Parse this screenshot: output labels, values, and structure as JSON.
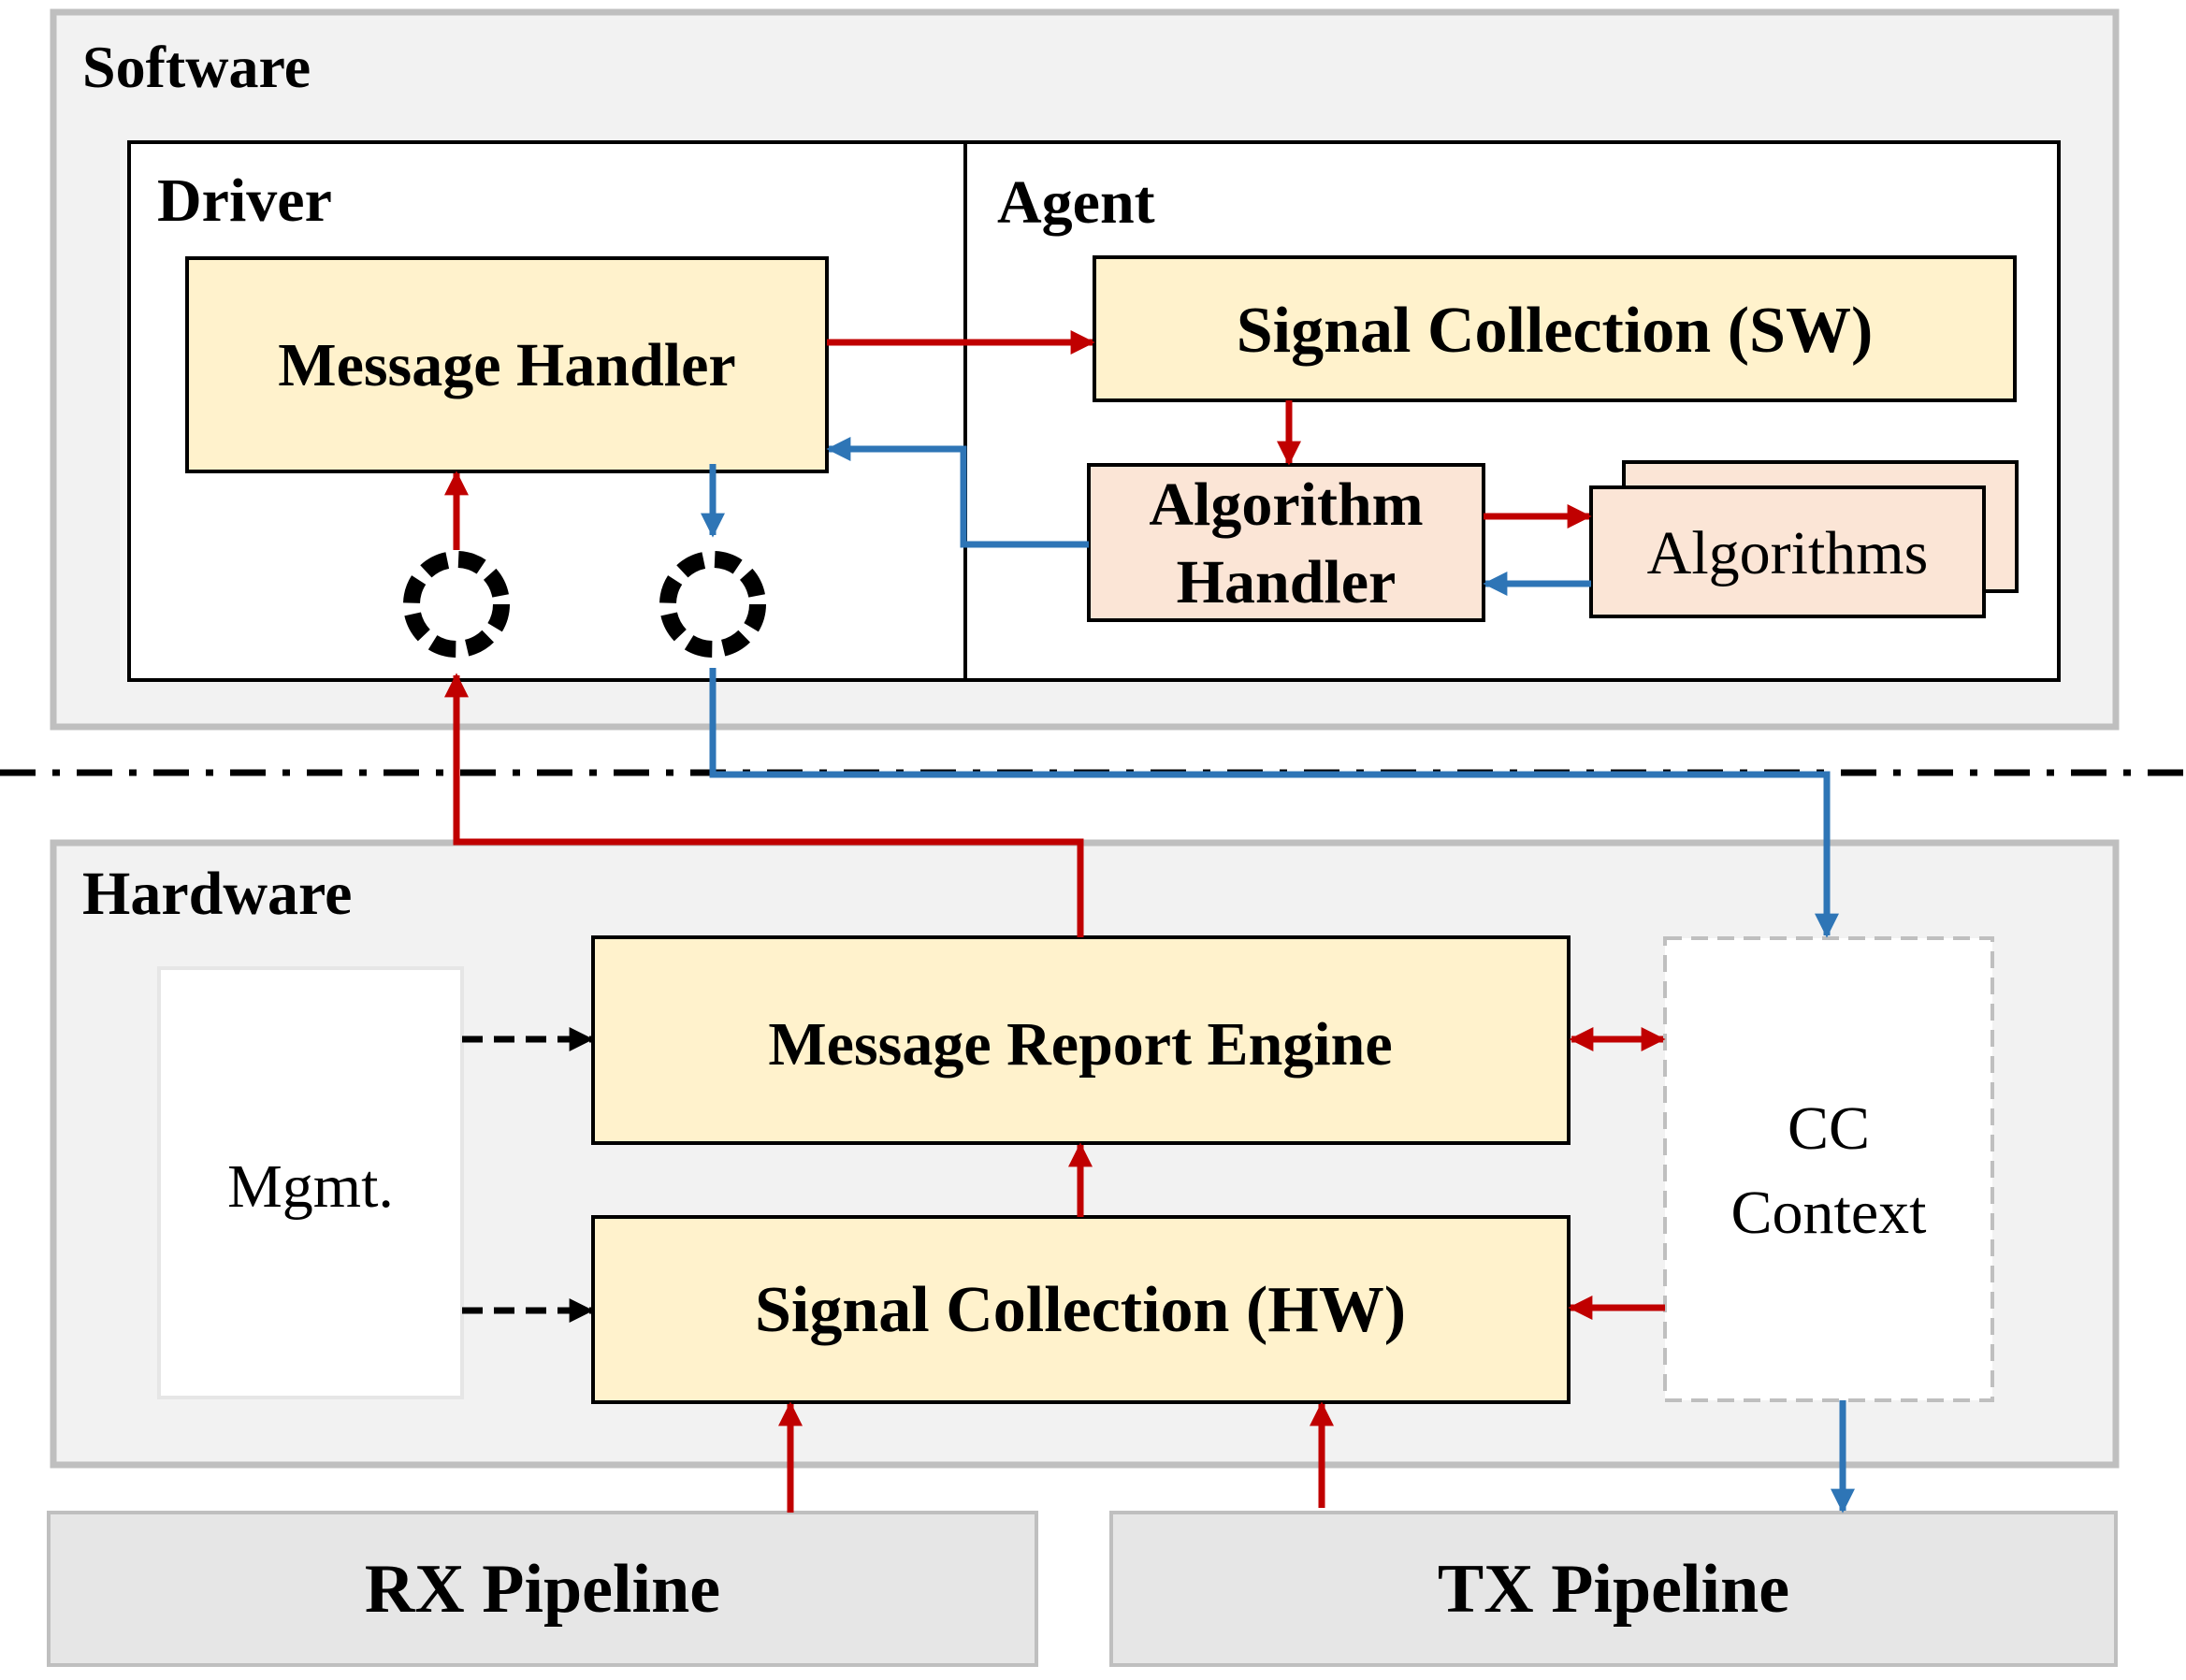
{
  "sections": {
    "software": "Software",
    "driver": "Driver",
    "agent": "Agent",
    "hardware": "Hardware"
  },
  "blocks": {
    "message_handler": "Message Handler",
    "signal_collection_sw": "Signal Collection (SW)",
    "algorithm_handler_line1": "Algorithm",
    "algorithm_handler_line2": "Handler",
    "algorithms": "Algorithms",
    "message_report_engine": "Message Report Engine",
    "signal_collection_hw": "Signal Collection (HW)",
    "mgmt": "Mgmt.",
    "cc_context_line1": "CC",
    "cc_context_line2": "Context",
    "rx_pipeline": "RX Pipeline",
    "tx_pipeline": "TX Pipeline"
  },
  "colors": {
    "region_fill": "#f2f2f2",
    "region_border": "#bfbfbf",
    "block_yellow": "#fff2cc",
    "block_pink": "#fbe5d6",
    "pipeline_fill": "#e6e6e6",
    "arrow_red": "#c00000",
    "arrow_blue": "#2e75b6",
    "arrow_black": "#000000"
  }
}
